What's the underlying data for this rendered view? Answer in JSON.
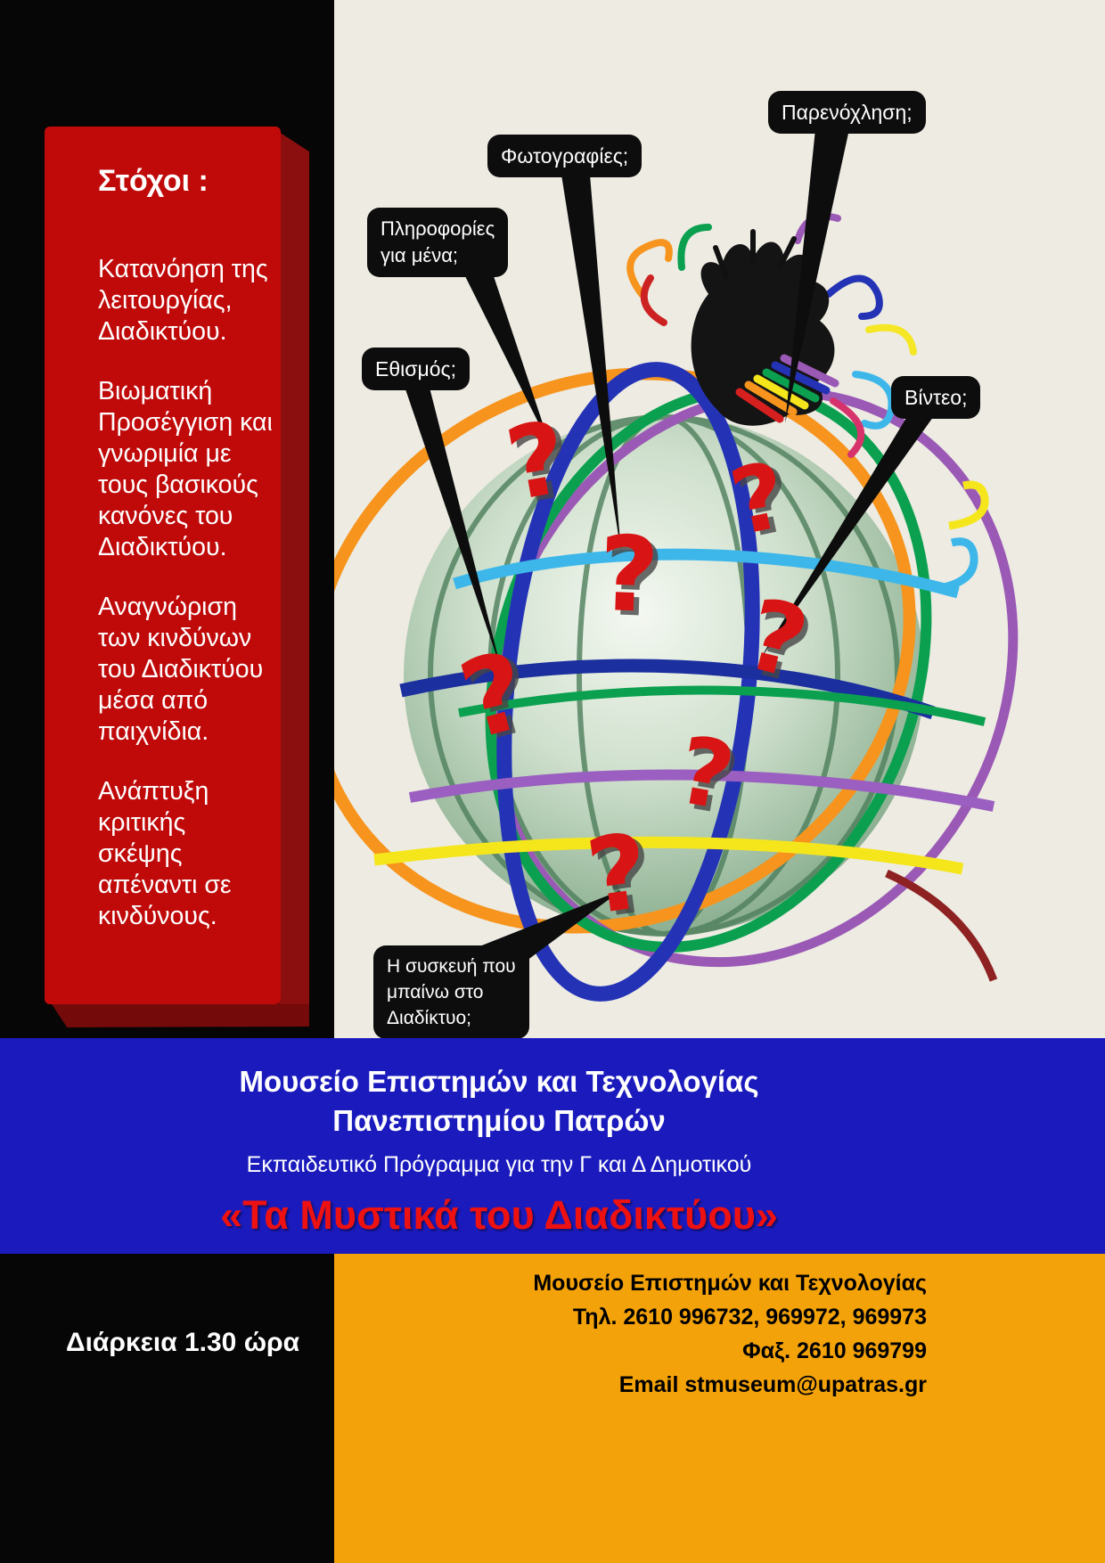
{
  "poster": {
    "goals": {
      "heading": "Στόχοι :",
      "items": [
        "Κατανόηση της\nλειτουργίας,\nΔιαδικτύου.",
        "Βιωματική\nΠροσέγγιση και\nγνωριμία με\nτους βασικούς\nκανόνες του\nΔιαδικτύου.",
        "Αναγνώριση\nτων  κινδύνων\nτου Διαδικτύου\nμέσα από\nπαιχνίδια.",
        "Ανάπτυξη\nκριτικής σκέψης\nαπέναντι σε\nκινδύνους."
      ]
    },
    "callouts": {
      "harassment": "Παρενόχληση;",
      "photos": "Φωτογραφίες;",
      "info": "Πληροφορίες\nγια μένα;",
      "addiction": "Εθισμός;",
      "video": "Βίντεο;",
      "device": "Η συσκευή που\nμπαίνω  στο\nΔιαδίκτυο;"
    },
    "illustration": {
      "question_mark": "?"
    },
    "banner": {
      "line1": "Μουσείο  Επιστημών και Τεχνολογίας",
      "line2": "Πανεπιστημίου Πατρών",
      "line3": "Εκπαιδευτικό Πρόγραμμα για την Γ και Δ Δημοτικού",
      "title": "«Τα Μυστικά του Διαδικτύου»"
    },
    "footer": {
      "duration": "Διάρκεια  1.30 ώρα",
      "contact_line1": "Μουσείο Επιστημών και Τεχνολογίας",
      "contact_line2": "Τηλ. 2610 996732, 969972, 969973",
      "contact_line3": "Φαξ. 2610 969799",
      "contact_line4": "Email stmuseum@upatras.gr"
    },
    "colors": {
      "left_column": "#060606",
      "canvas": "#edebe2",
      "red_panel": "#c00a0a",
      "blue_band": "#1b1bbd",
      "orange_band": "#f3a20a",
      "title_red": "#ee1111",
      "bubble_bg": "#0d0d0d",
      "question_red": "#d91414"
    }
  }
}
